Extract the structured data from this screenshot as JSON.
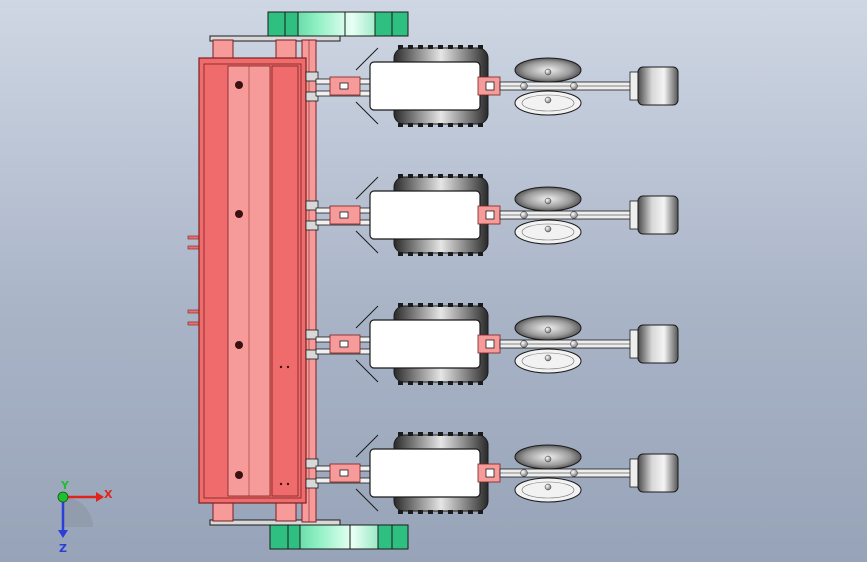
{
  "view": {
    "background_top": "#cfd7e4",
    "background_bottom": "#97a3b8"
  },
  "colors": {
    "frame_fill": "#f06c6c",
    "frame_light": "#f79a9a",
    "frame_stroke": "#7a2020",
    "ground_wheel_green": "#4fdca0",
    "gray_steel": "#c9ccd2",
    "line": "#1b1b1b"
  },
  "assembly": {
    "row_units": 4,
    "components": {
      "main_frame": "main-frame-beam",
      "ground_wheels": "ground-wheel",
      "seed_box": "seed-hopper",
      "furrow_wheel": "gauge-wheel",
      "disc_opener": "double-disc-opener",
      "press_wheel": "press-wheel"
    }
  },
  "triad": {
    "x_label": "X",
    "y_label": "Y",
    "z_label": "Z",
    "x_color": "#e0241c",
    "y_color": "#1fbf2f",
    "z_color": "#2a3fd8"
  }
}
